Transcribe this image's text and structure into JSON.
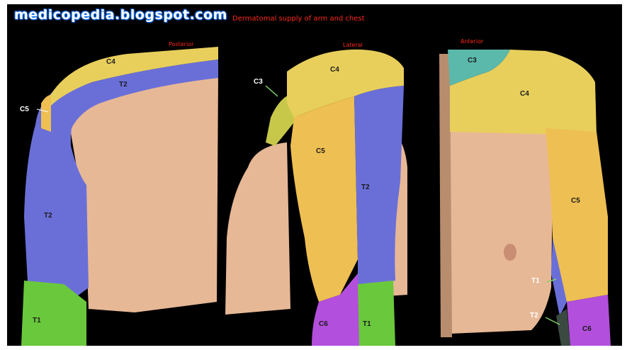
{
  "watermark": "medicopedia.blogspot.com",
  "title": "Dermatomal supply of arm and chest",
  "views": {
    "posterior": "Posterior",
    "lateral": "Lateral",
    "anterior": "Anterior"
  },
  "labels": {
    "posterior": {
      "c4": "C4",
      "t2": "T2",
      "c5": "C5",
      "t2_arm": "T2",
      "t1": "T1"
    },
    "lateral": {
      "c3": "C3",
      "c4": "C4",
      "c5": "C5",
      "t2": "T2",
      "c6": "C6",
      "t1": "T1"
    },
    "anterior": {
      "c3": "C3",
      "c4": "C4",
      "c5": "C5",
      "t1": "T1",
      "t2": "T2",
      "c6": "C6"
    }
  },
  "colors": {
    "background": "#000000",
    "skin": "#e7b896",
    "c3": "#5bb9ab",
    "c4": "#e8cf5c",
    "c5": "#eebf52",
    "c6": "#b24fdc",
    "t1": "#6ac83c",
    "t2": "#6a6fd8",
    "title_red": "#ff2a1a"
  }
}
